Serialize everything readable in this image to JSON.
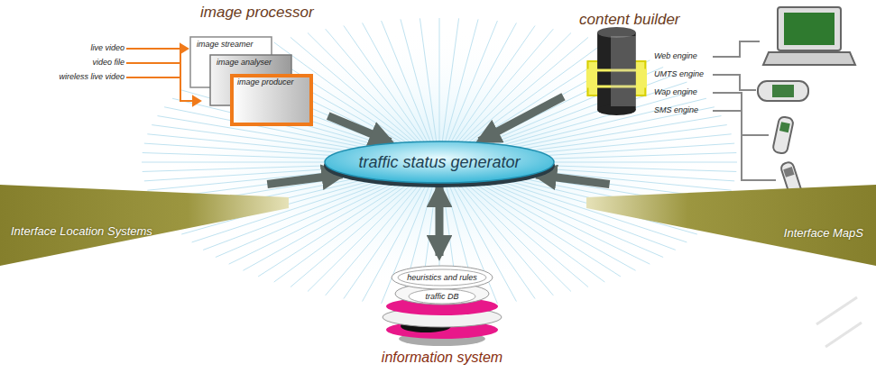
{
  "diagram": {
    "nodes": [
      {
        "text": [
          "image processor"
        ]
      },
      {
        "text": [
          "image streamer"
        ],
        "in": 0
      },
      {
        "text": [
          "image analyser"
        ],
        "in": 0
      },
      {
        "text": [
          "image producer"
        ],
        "in": 0
      },
      {
        "text": [
          "content builder"
        ]
      },
      {
        "text": [
          "traffic status generator"
        ]
      },
      {
        "text": [
          "Interface Location Systems"
        ]
      },
      {
        "text": [
          "Interface MapS"
        ]
      },
      {
        "text": [
          "information system"
        ]
      },
      {
        "text": [
          "heuristics and rules"
        ],
        "in": 8
      },
      {
        "text": [
          "traffic DB"
        ],
        "in": 8
      }
    ],
    "edges": [
      {
        "from": 0,
        "to": 5,
        "arrow": "to"
      },
      {
        "from": 4,
        "to": 5,
        "arrow": "to"
      },
      {
        "from": 6,
        "to": 5,
        "arrow": "to"
      },
      {
        "from": 7,
        "to": 5,
        "arrow": "to"
      },
      {
        "from": 8,
        "to": 5,
        "arrow": "both"
      }
    ],
    "labels": [
      "live video",
      "video file",
      "wireless live video",
      "Web engine",
      "UMTS engine",
      "Wap engine",
      "SMS engine"
    ]
  }
}
